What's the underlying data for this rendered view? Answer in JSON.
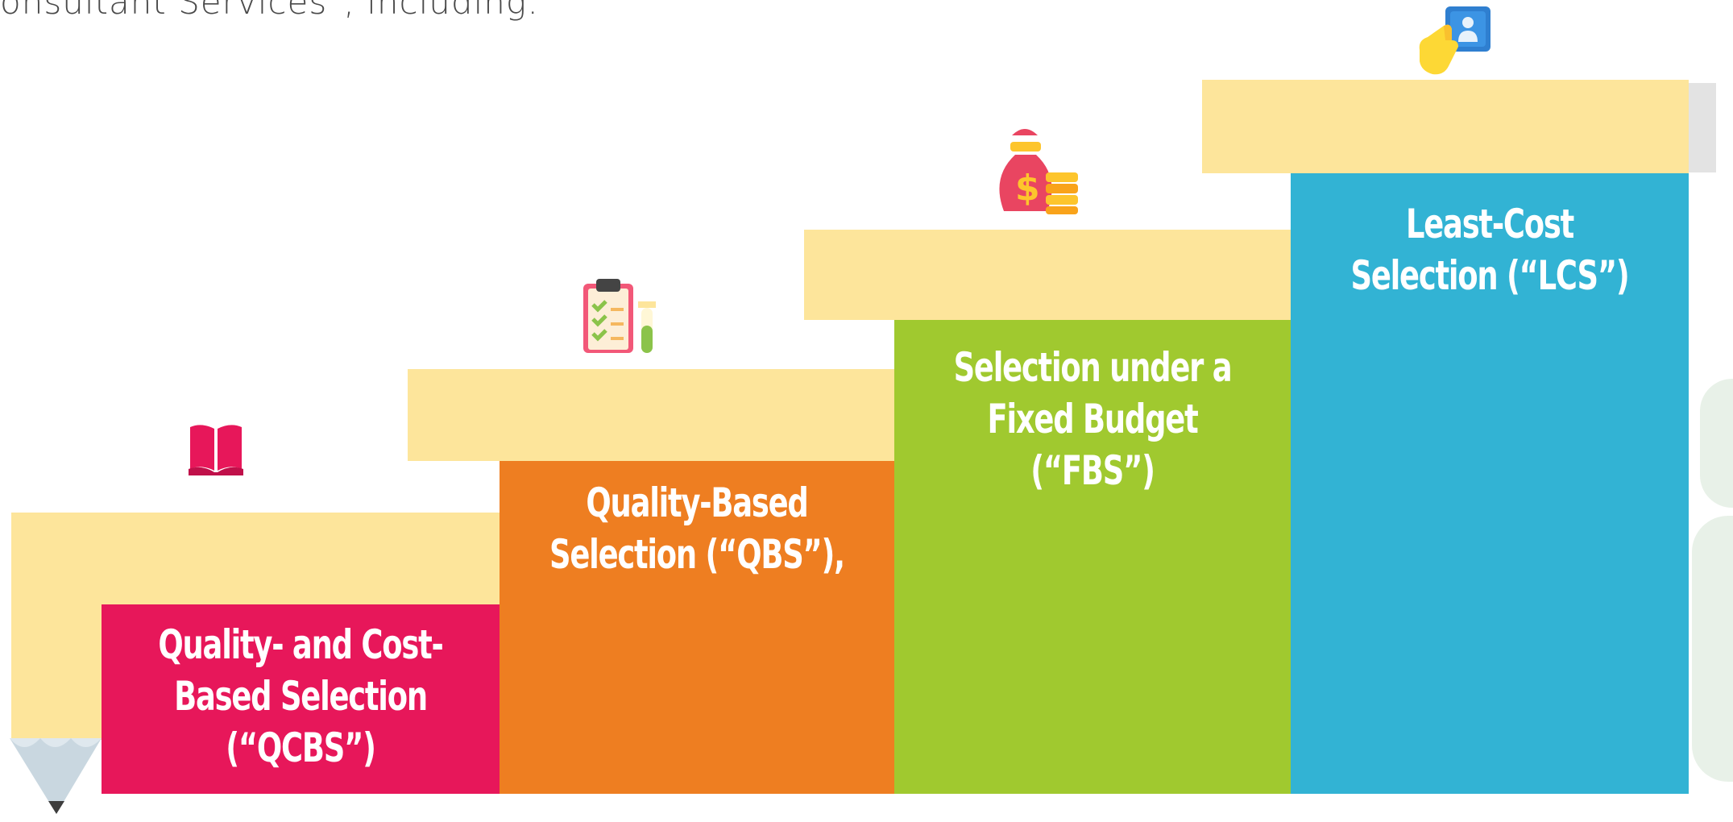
{
  "intro_text": "onsultant Services\", including:",
  "colors": {
    "pencil_body": "#fde59b",
    "qcbs": "#e7175a",
    "qbs": "#ee7e21",
    "fbs": "#a0c92f",
    "lcs": "#32b3d4",
    "label_text": "#ffffff"
  },
  "steps": [
    {
      "label_lines": [
        "Quality- and Cost-",
        "Based Selection",
        "(“QCBS”)"
      ],
      "icon": "open-book-icon",
      "color": "#e7175a"
    },
    {
      "label_lines": [
        "Quality-Based",
        "Selection (“QBS”),"
      ],
      "icon": "clipboard-checklist-icon",
      "color": "#ee7e21"
    },
    {
      "label_lines": [
        "Selection under a",
        "Fixed Budget",
        "(“FBS”)"
      ],
      "icon": "money-bag-icon",
      "color": "#a0c92f"
    },
    {
      "label_lines": [
        "Least-Cost",
        "Selection (“LCS”)"
      ],
      "icon": "hand-pointer-icon",
      "color": "#32b3d4"
    }
  ]
}
